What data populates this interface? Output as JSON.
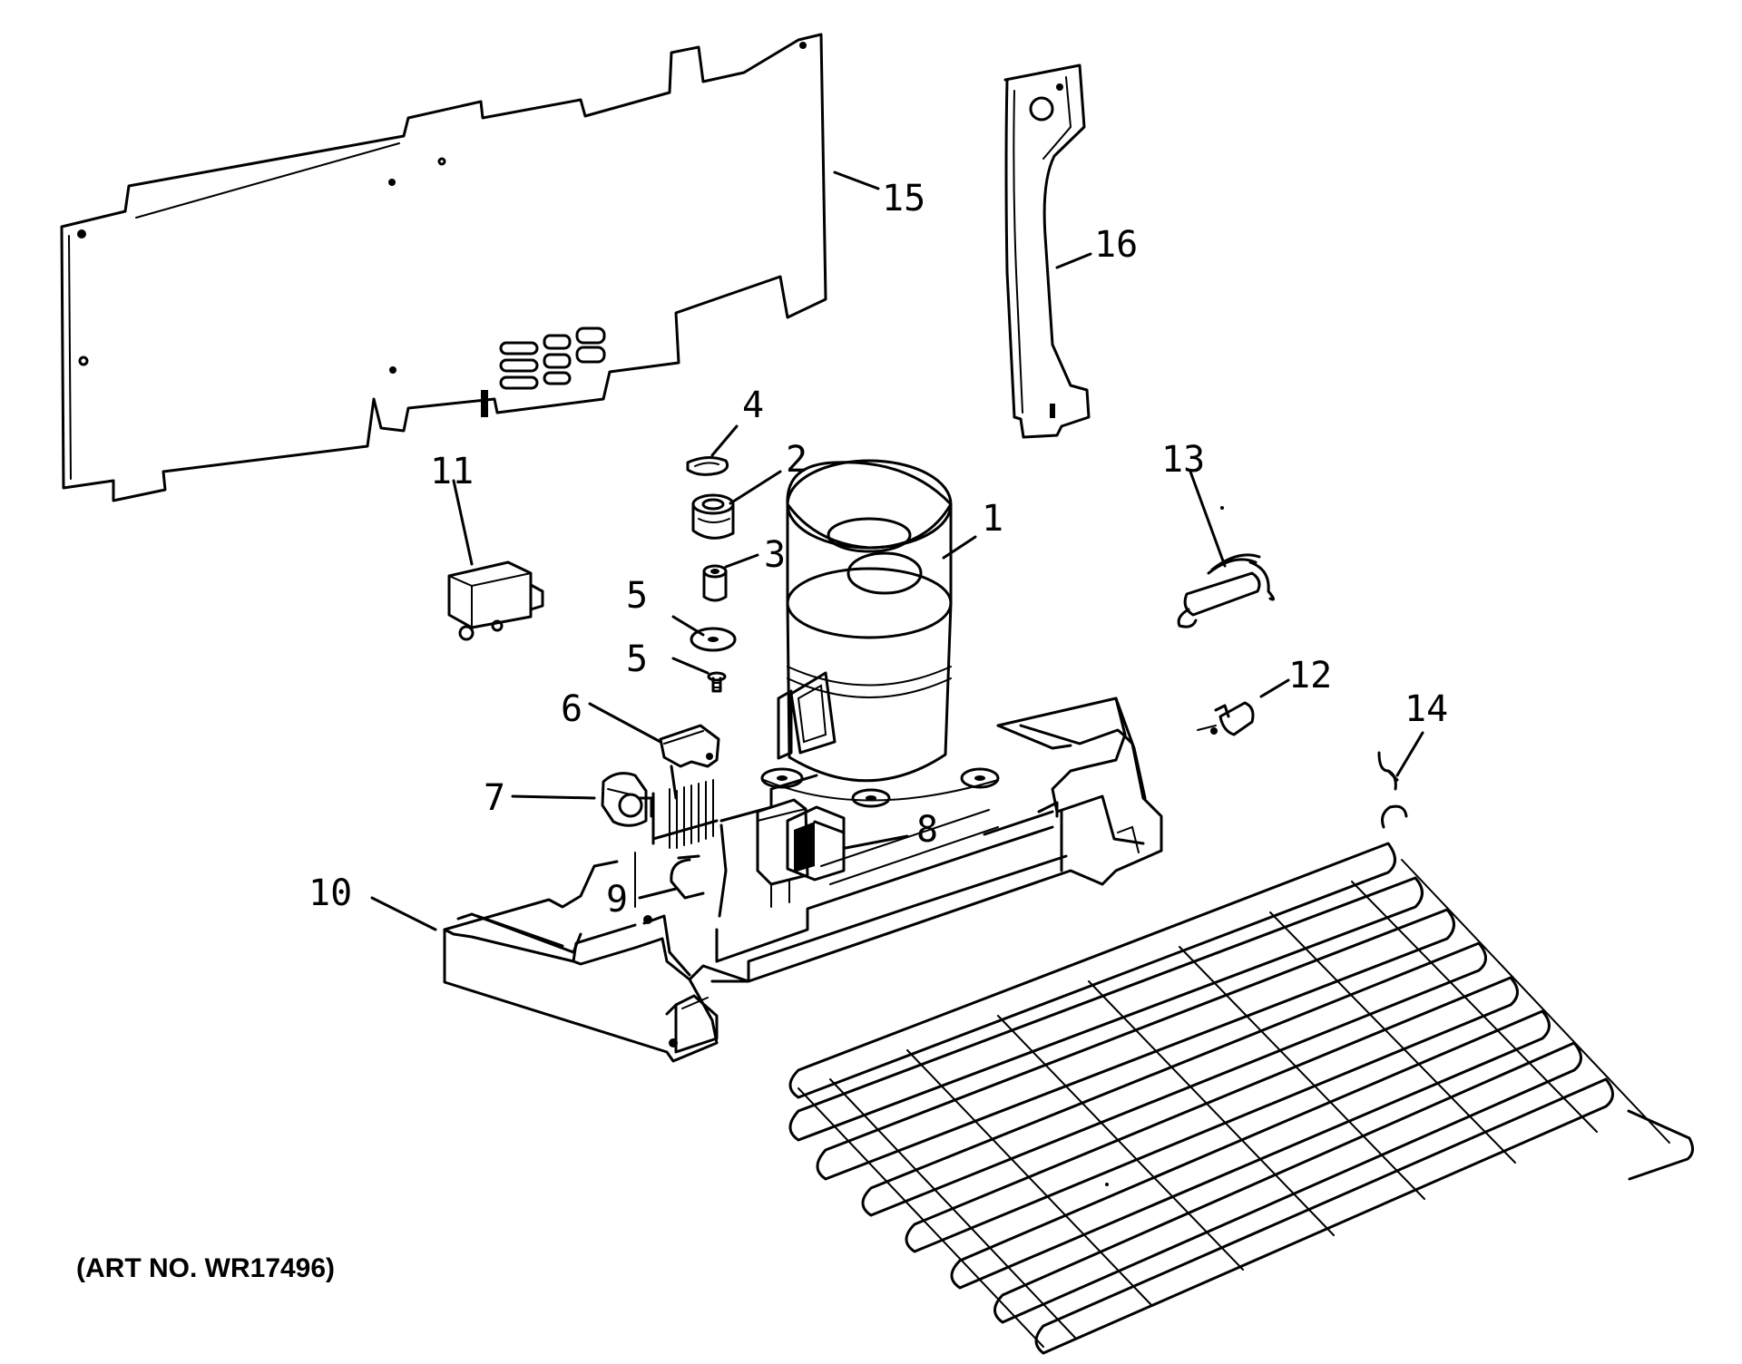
{
  "callouts": {
    "c1": "1",
    "c2": "2",
    "c3": "3",
    "c4": "4",
    "c5a": "5",
    "c5b": "5",
    "c6": "6",
    "c7": "7",
    "c8": "8",
    "c9": "9",
    "c10": "10",
    "c11": "11",
    "c12": "12",
    "c13": "13",
    "c14": "14",
    "c15": "15",
    "c16": "16"
  },
  "art_number": "(ART NO. WR17496)"
}
